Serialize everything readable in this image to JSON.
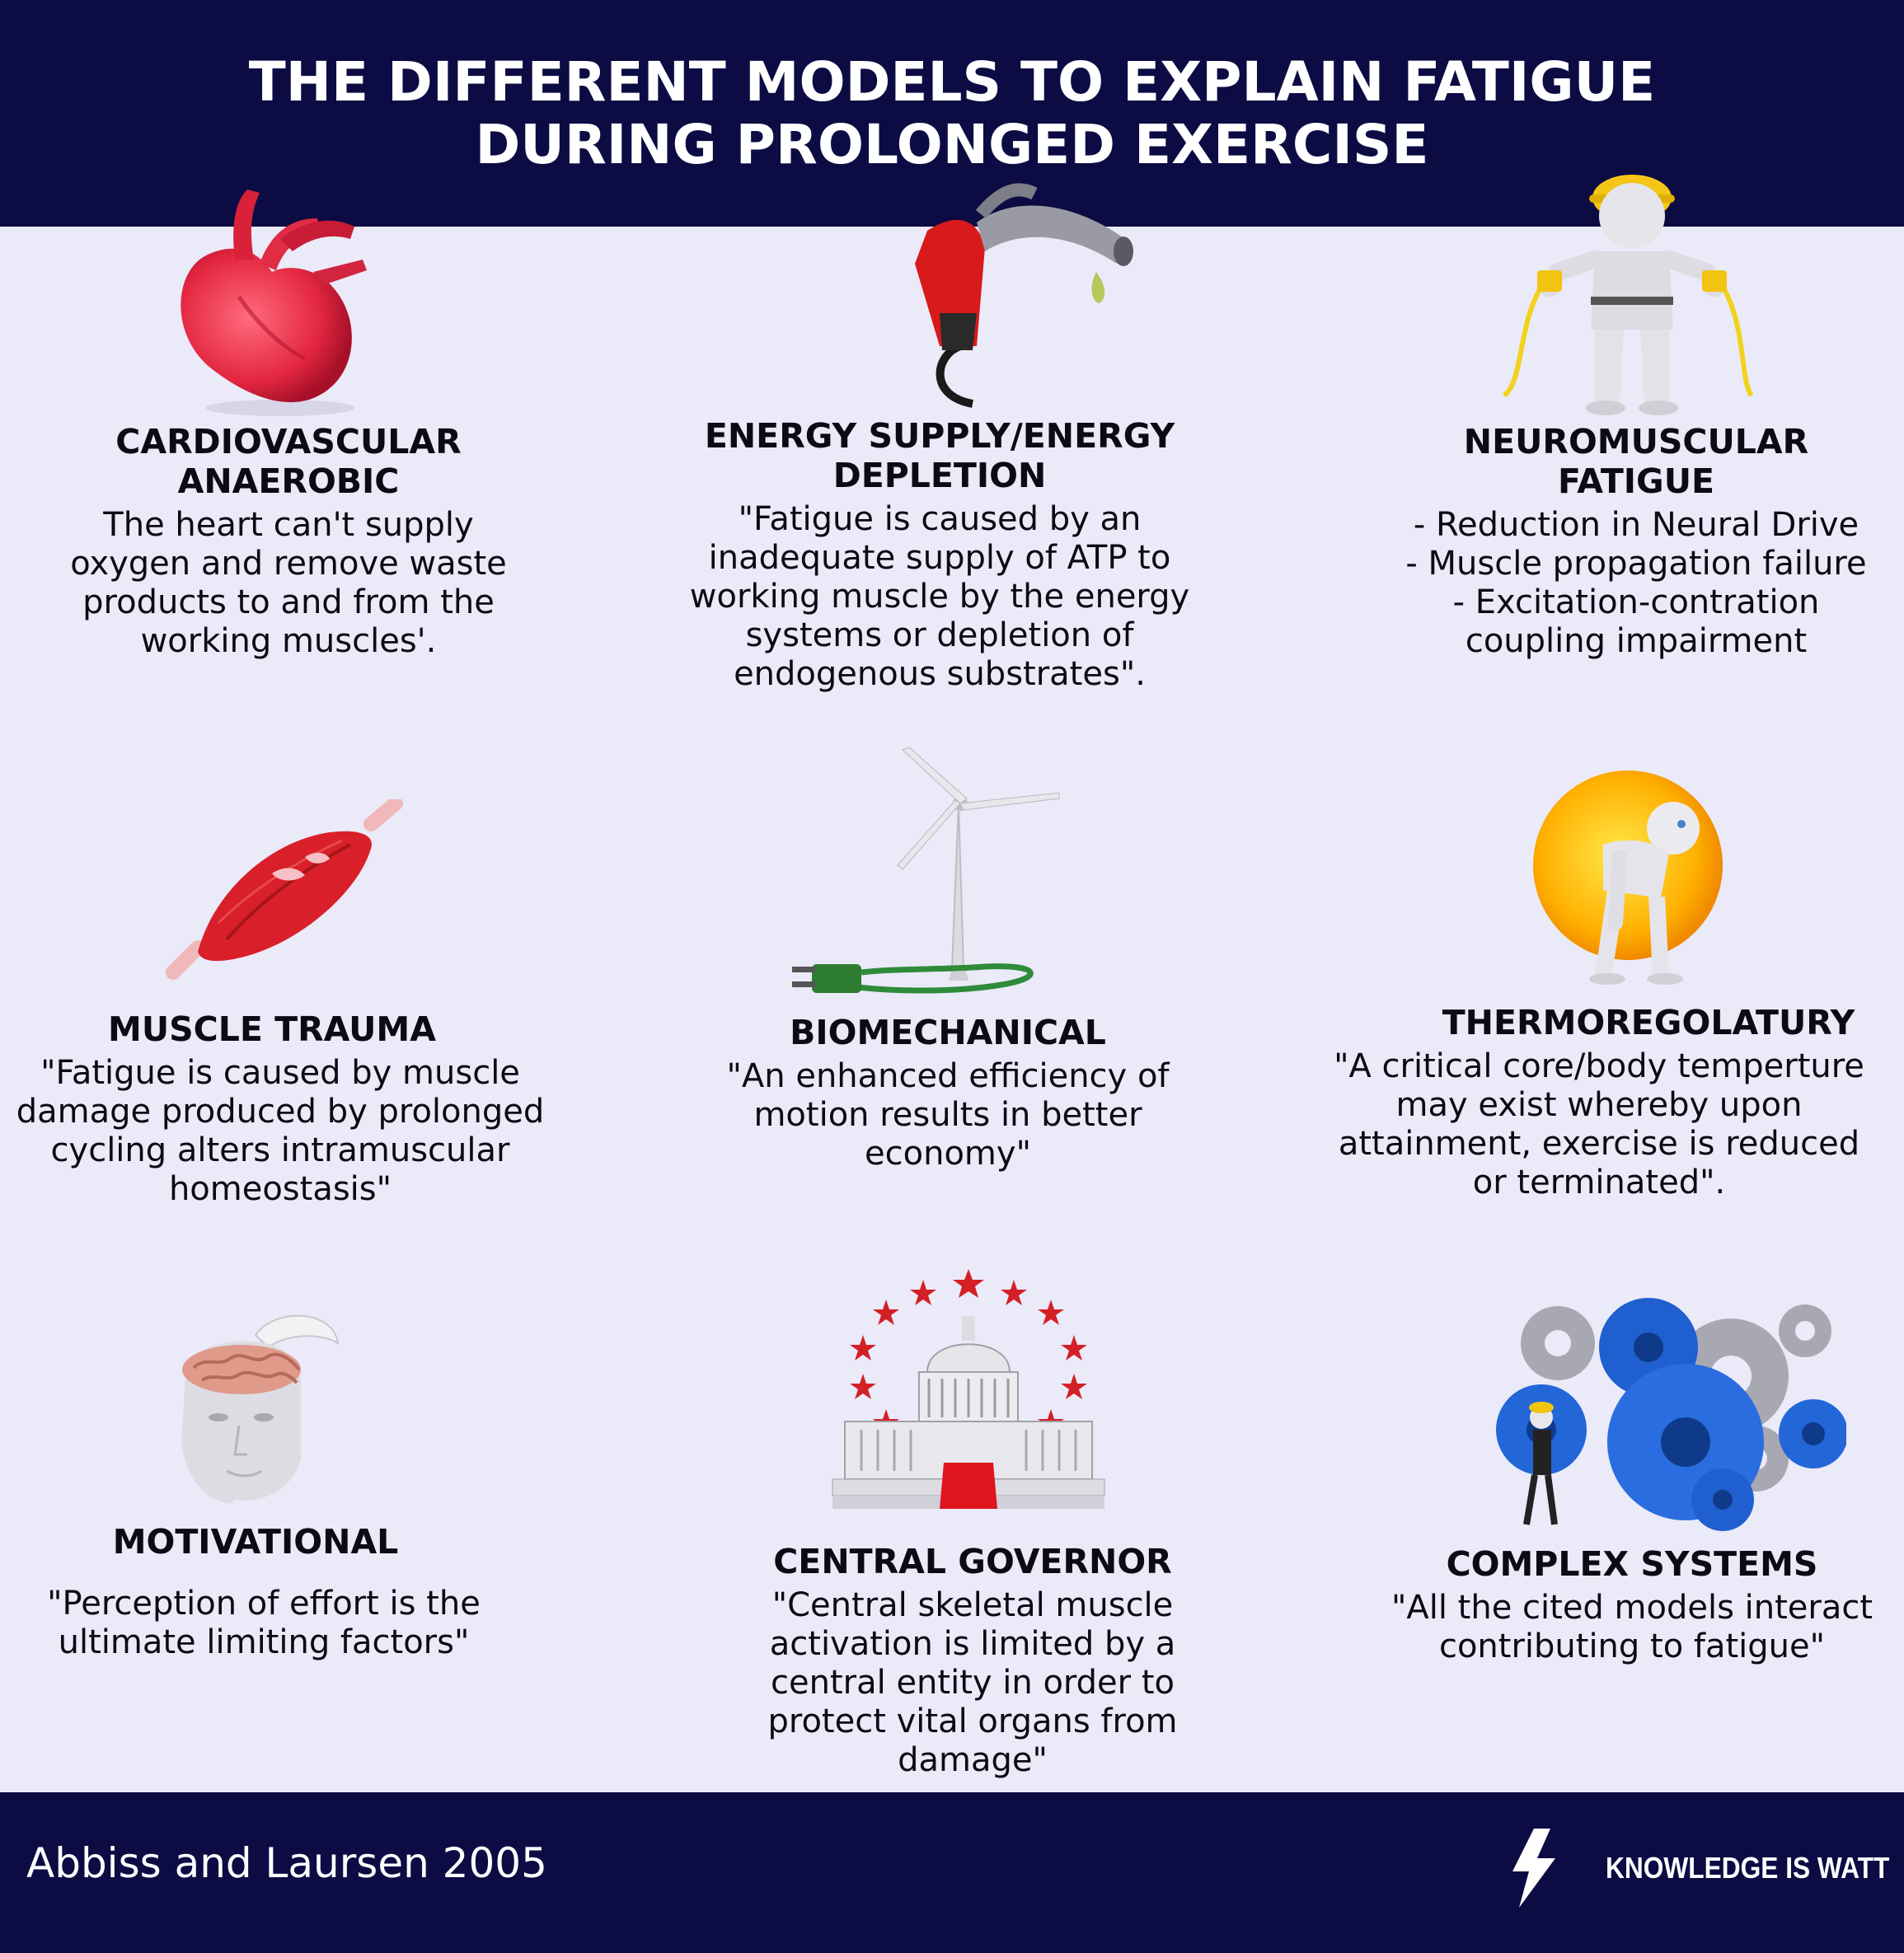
{
  "header": {
    "title_line1": "THE DIFFERENT MODELS TO EXPLAIN FATIGUE",
    "title_line2": "DURING PROLONGED EXERCISE"
  },
  "colors": {
    "navy": "#0c0b43",
    "background": "#ebeaf9",
    "text": "#0b0b14"
  },
  "models": [
    {
      "title": "CARDIOVASCULAR ANAEROBIC",
      "description": "The heart can't supply oxygen and remove waste products to and from the working muscles'.",
      "icon": "heart-icon"
    },
    {
      "title": "ENERGY SUPPLY/ENERGY DEPLETION",
      "description": "\"Fatigue is caused by an inadequate supply of ATP to working muscle by the energy systems or depletion of endogenous substrates\".",
      "icon": "fuel-nozzle-icon"
    },
    {
      "title": "NEUROMUSCULAR FATIGUE",
      "description_lines": [
        "- Reduction in Neural Drive",
        "- Muscle propagation failure",
        "- Excitation-contration coupling impairment"
      ],
      "icon": "electrician-figure-icon"
    },
    {
      "title": "MUSCLE TRAUMA",
      "description": "\"Fatigue is caused by muscle damage produced by prolonged cycling alters intramuscular homeostasis\"",
      "icon": "muscle-icon"
    },
    {
      "title": "BIOMECHANICAL",
      "description": "\"An enhanced efficiency of motion results in better economy\"",
      "icon": "wind-turbine-icon"
    },
    {
      "title": "THERMOREGOLATURY",
      "description": "\"A critical core/body temperture may exist whereby upon attainment, exercise is reduced or terminated\".",
      "icon": "sun-figure-icon"
    },
    {
      "title": "MOTIVATIONAL",
      "description": "\"Perception of effort is the ultimate limiting factors\"",
      "icon": "brain-head-icon"
    },
    {
      "title": "CENTRAL GOVERNOR",
      "description": "\"Central skeletal muscle activation is limited by a central entity in order to protect vital organs from damage\"",
      "icon": "capitol-building-icon"
    },
    {
      "title": "COMPLEX SYSTEMS",
      "description": "\"All the cited models interact contributing to fatigue\"",
      "icon": "gears-icon"
    }
  ],
  "footer": {
    "citation": "Abbiss and Laursen  2005",
    "brand": "KNOWLEDGE IS WATT",
    "brand_icon": "lightning-bolt-icon"
  }
}
